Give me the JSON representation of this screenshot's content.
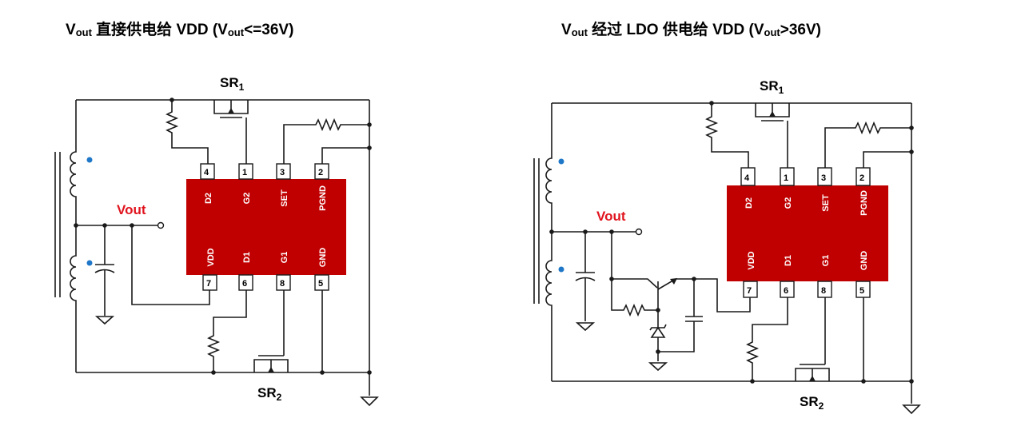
{
  "left_diagram": {
    "title_prefix": "V",
    "title_sub": "out",
    "title_mid": " 直接供电给 VDD (V",
    "title_sub2": "out",
    "title_suffix": "<=36V)",
    "vout_label": "Vout",
    "sr1_label": "SR",
    "sr1_sub": "1",
    "sr2_label": "SR",
    "sr2_sub": "2",
    "top_pins": [
      {
        "num": "4",
        "name": "D2"
      },
      {
        "num": "1",
        "name": "G2"
      },
      {
        "num": "3",
        "name": "SET"
      },
      {
        "num": "2",
        "name": "PGND"
      }
    ],
    "bottom_pins": [
      {
        "num": "7",
        "name": "VDD"
      },
      {
        "num": "6",
        "name": "D1"
      },
      {
        "num": "8",
        "name": "G1"
      },
      {
        "num": "5",
        "name": "GND"
      }
    ]
  },
  "right_diagram": {
    "title_prefix": "V",
    "title_sub": "out",
    "title_mid": " 经过 LDO 供电给 VDD (V",
    "title_sub2": "out",
    "title_suffix": ">36V)",
    "vout_label": "Vout",
    "sr1_label": "SR",
    "sr1_sub": "1",
    "sr2_label": "SR",
    "sr2_sub": "2",
    "top_pins": [
      {
        "num": "4",
        "name": "D2"
      },
      {
        "num": "1",
        "name": "G2"
      },
      {
        "num": "3",
        "name": "SET"
      },
      {
        "num": "2",
        "name": "PGND"
      }
    ],
    "bottom_pins": [
      {
        "num": "7",
        "name": "VDD"
      },
      {
        "num": "6",
        "name": "D1"
      },
      {
        "num": "8",
        "name": "G1"
      },
      {
        "num": "5",
        "name": "GND"
      }
    ]
  },
  "colors": {
    "chip": "#c00000",
    "vout_text": "#e0141e",
    "winding_dot": "#1f77c8"
  }
}
